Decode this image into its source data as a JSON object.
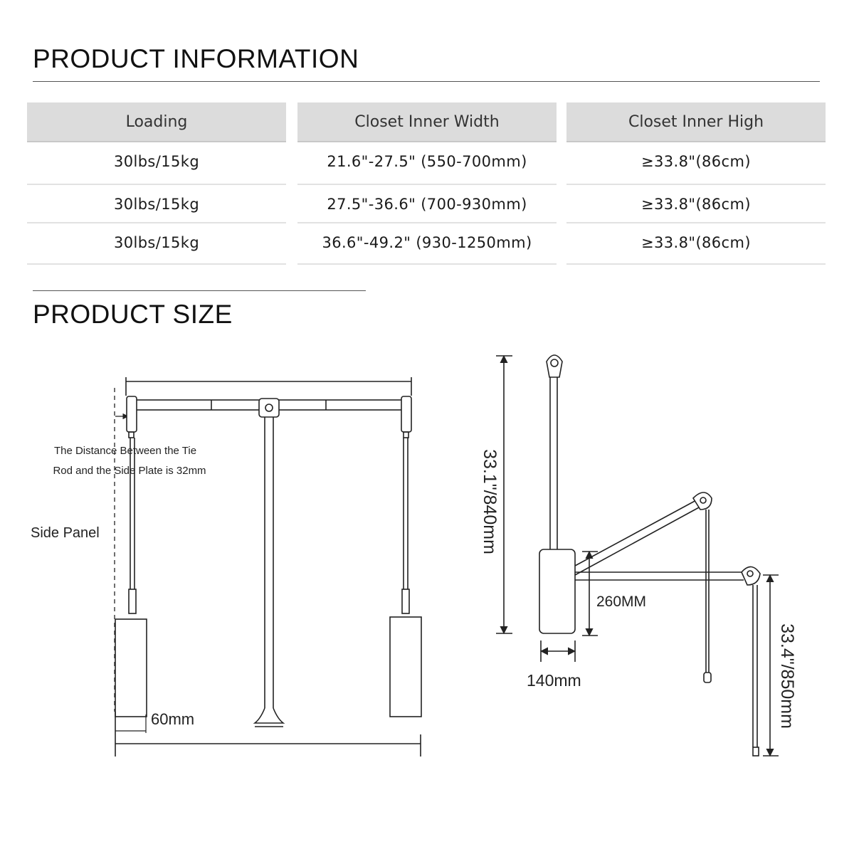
{
  "sections": {
    "info_title": "PRODUCT INFORMATION",
    "size_title": "PRODUCT SIZE"
  },
  "table": {
    "headers": [
      "Loading",
      "Closet Inner Width",
      "Closet Inner High"
    ],
    "rows": [
      [
        "30lbs/15kg",
        "21.6\"-27.5\" (550-700mm)",
        "≥33.8\"(86cm)"
      ],
      [
        "30lbs/15kg",
        "27.5\"-36.6\" (700-930mm)",
        "≥33.8\"(86cm)"
      ],
      [
        "30lbs/15kg",
        "36.6\"-49.2\" (930-1250mm)",
        "≥33.8\"(86cm)"
      ]
    ]
  },
  "diagram": {
    "note_line1": "The Distance Between the Tie",
    "note_line2": "Rod and the Side Plate is 32mm",
    "side_panel": "Side Panel",
    "width_60": "60mm",
    "height_840": "33.1\"/840mm",
    "height_260": "260MM",
    "width_140": "140mm",
    "height_850": "33.4\"/850mm"
  },
  "colors": {
    "header_bg": "#dcdcdc",
    "line": "#222222"
  }
}
